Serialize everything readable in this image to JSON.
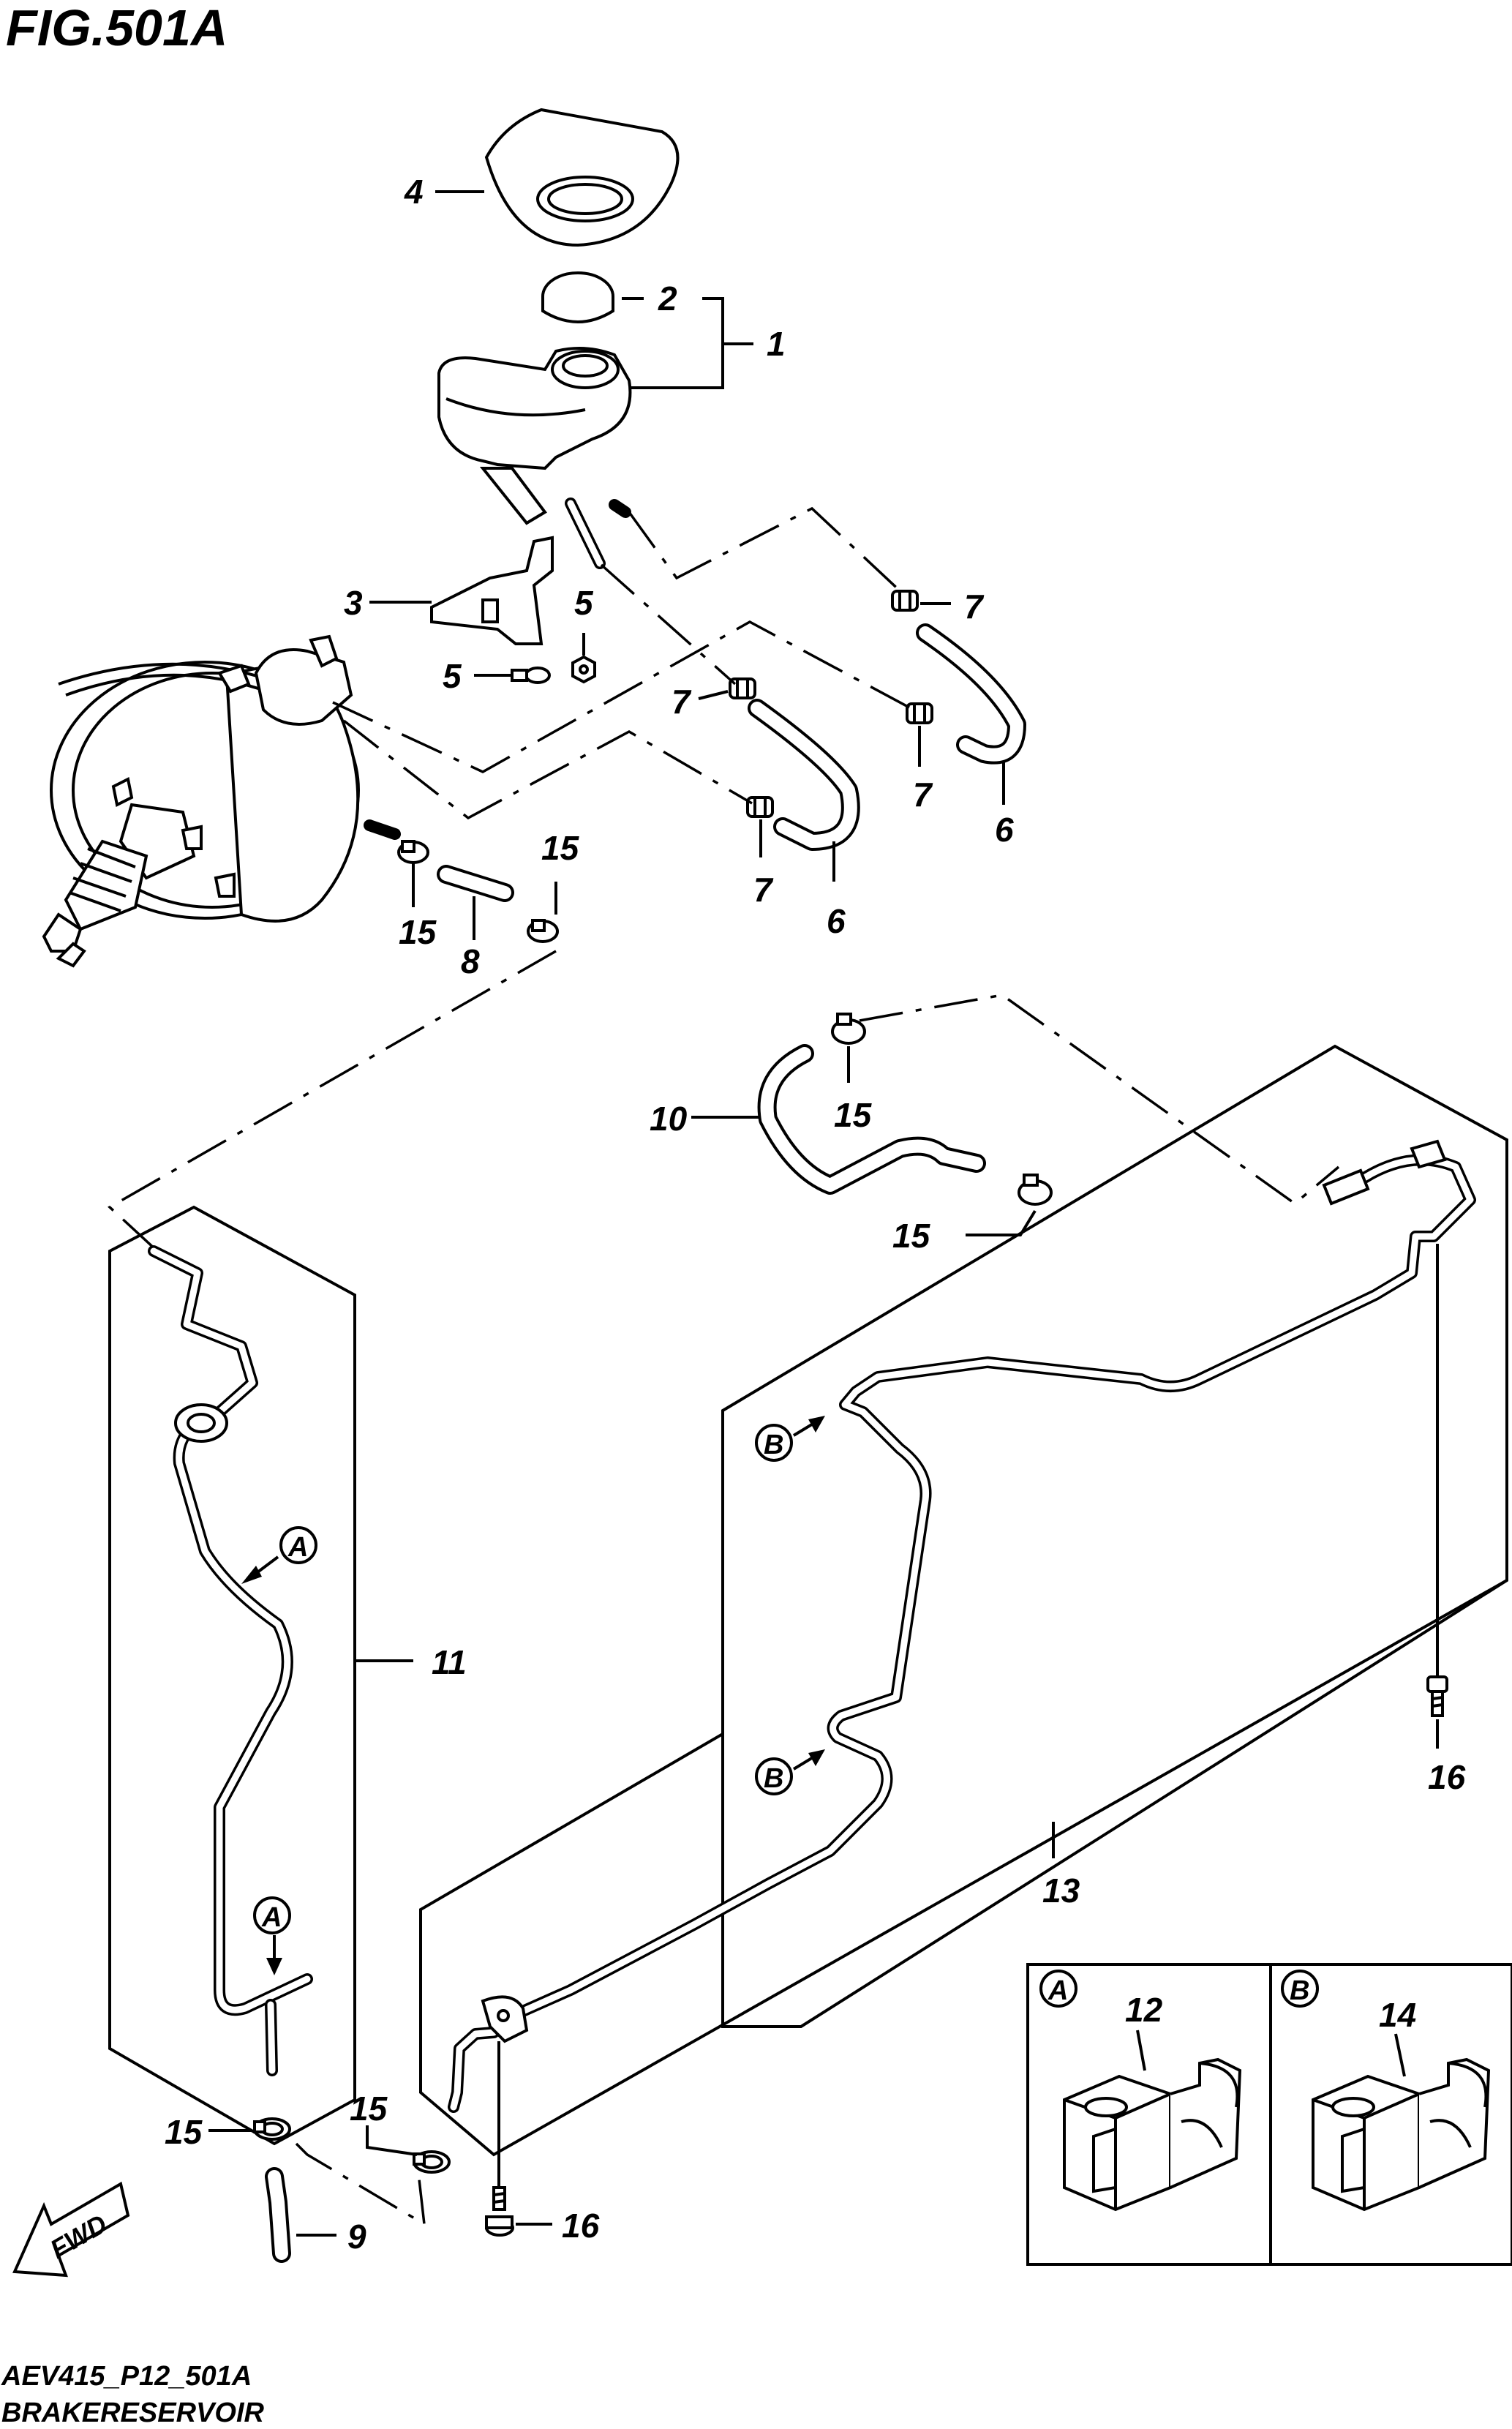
{
  "figure": {
    "title": "FIG.501A",
    "code": "AEV415_P12_501A",
    "caption": "BRAKERESERVOIR"
  },
  "fwd_label": "FWD",
  "callouts": {
    "p1": "1",
    "p2": "2",
    "p3": "3",
    "p4": "4",
    "p5a": "5",
    "p5b": "5",
    "p6a": "6",
    "p6b": "6",
    "p7a": "7",
    "p7b": "7",
    "p7c": "7",
    "p7d": "7",
    "p8": "8",
    "p9": "9",
    "p10": "10",
    "p11": "11",
    "p13": "13",
    "p15a": "15",
    "p15b": "15",
    "p15c": "15",
    "p15d": "15",
    "p15e": "15",
    "p15f": "15",
    "p16a": "16",
    "p16b": "16"
  },
  "markers": {
    "a1": "A",
    "a2": "A",
    "b1": "B",
    "b2": "B"
  },
  "insets": [
    {
      "marker": "A",
      "part": "12"
    },
    {
      "marker": "B",
      "part": "14"
    }
  ]
}
